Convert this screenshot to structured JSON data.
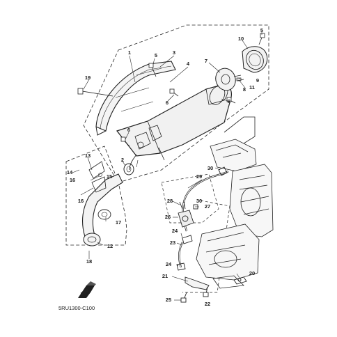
{
  "diagram": {
    "drawing_code": "5RU1300-C100",
    "fwd_label": "FWD",
    "callouts": [
      "1",
      "2",
      "3",
      "4",
      "5",
      "5",
      "6",
      "6",
      "7",
      "8",
      "8",
      "9",
      "10",
      "11",
      "12",
      "13",
      "14",
      "15",
      "16",
      "16",
      "17",
      "18",
      "19",
      "20",
      "21",
      "22",
      "23",
      "24",
      "24",
      "25",
      "26",
      "27",
      "28",
      "29",
      "30",
      "30"
    ]
  }
}
